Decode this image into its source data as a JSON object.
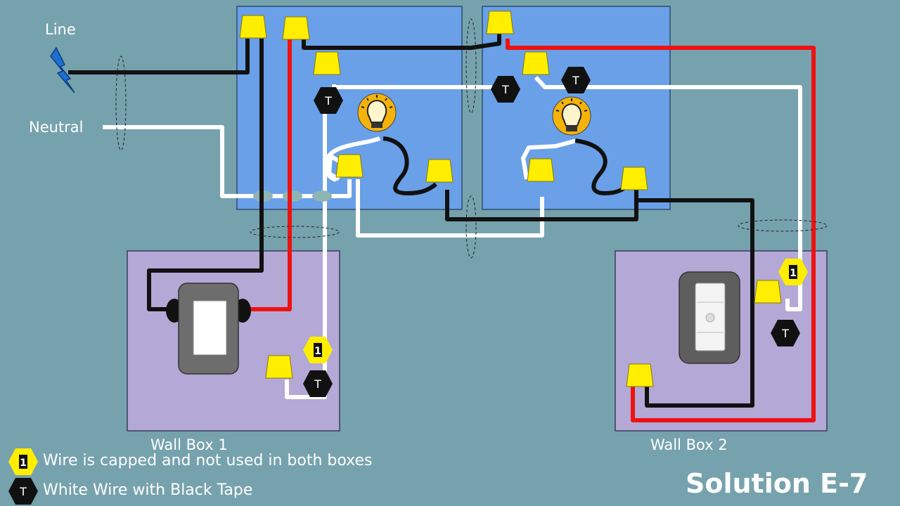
{
  "labels": {
    "line": "Line",
    "neutral": "Neutral",
    "wall_box_1": "Wall Box 1",
    "wall_box_2": "Wall Box 2"
  },
  "title": "Solution E-7",
  "legend": [
    {
      "marker": "1",
      "text": "Wire is capped and not used in both boxes"
    },
    {
      "marker": "T",
      "text": "White Wire with Black Tape"
    }
  ],
  "markers": {
    "tape": "T",
    "capped": "1"
  },
  "colors": {
    "background": "#76a2ad",
    "ceiling_box": "#6aa0e8",
    "wall_box": "#b4a8d6",
    "hot_wire": "#111111",
    "switched_wire": "#ee1111",
    "neutral_wire": "#ffffff",
    "wire_nut": "#ffee00",
    "bulb": "#f5b30a",
    "lightning": "#1e6fd0",
    "switch_body": "#6d6d6d",
    "pico_body": "#5e5e5e"
  },
  "icons": [
    "lightning-bolt-icon",
    "light-bulb-icon",
    "wire-nut-icon",
    "tape-marker-icon",
    "capped-wire-marker-icon",
    "toggle-switch-icon",
    "pico-remote-icon"
  ]
}
